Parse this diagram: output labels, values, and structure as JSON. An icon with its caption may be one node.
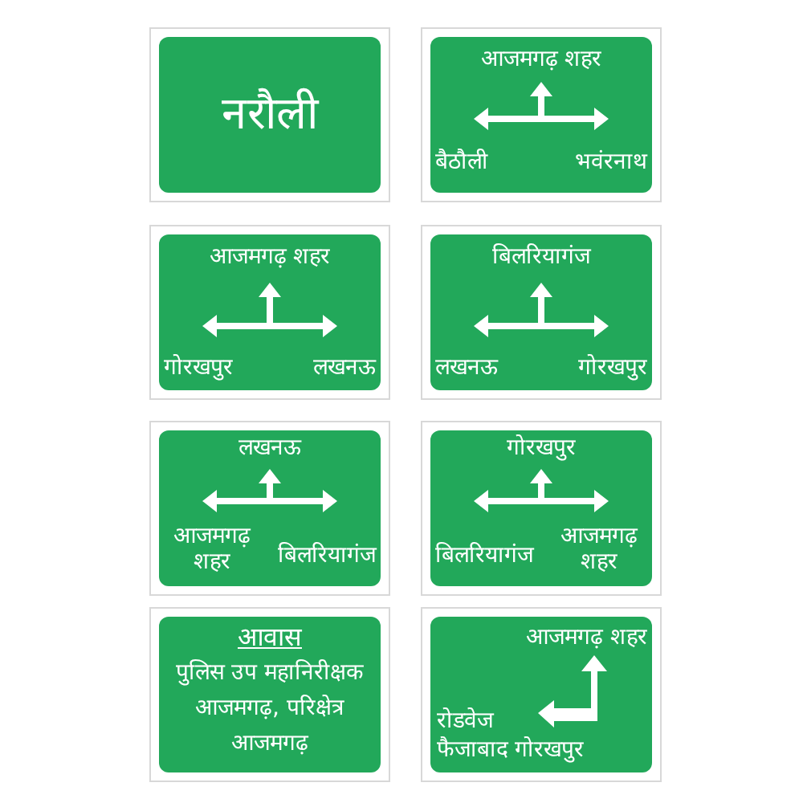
{
  "diagram": {
    "nodes": [
      {
        "text": [
          "नरौली"
        ]
      },
      {
        "text": [
          "आजमगढ़ शहर",
          "बैठौली",
          "भवंरनाथ"
        ]
      },
      {
        "text": [
          "आजमगढ़ शहर",
          "गोरखपुर",
          "लखनऊ"
        ]
      },
      {
        "text": [
          "बिलरियागंज",
          "लखनऊ",
          "गोरखपुर"
        ]
      },
      {
        "text": [
          "लखनऊ",
          "आजमगढ़ शहर",
          "बिलरियागंज"
        ]
      },
      {
        "text": [
          "गोरखपुर",
          "बिलरियागंज",
          "आजमगढ़ शहर"
        ]
      },
      {
        "text": [
          "आवास",
          "पुलिस उप महानिरीक्षक आजमगढ़, परिक्षेत्र आजमगढ़"
        ]
      },
      {
        "text": [
          "आजमगढ़ शहर",
          "रोडवेज फैजाबाद गोरखपुर"
        ]
      }
    ]
  }
}
